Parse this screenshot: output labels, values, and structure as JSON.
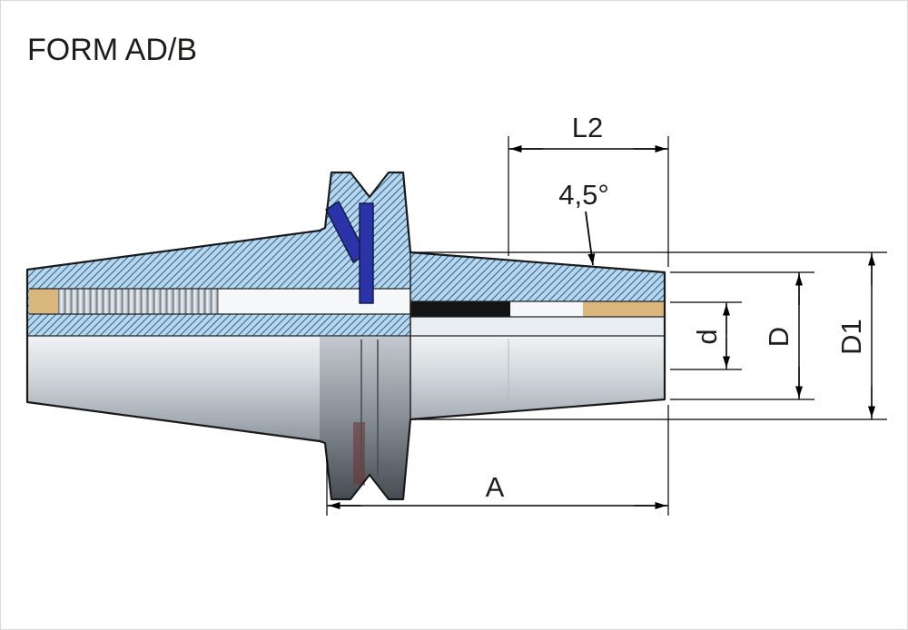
{
  "title": "FORM AD/B",
  "dimensions": {
    "l2": "L2",
    "angle": "4,5°",
    "a": "A",
    "d": "d",
    "D": "D",
    "D1": "D1"
  },
  "colors": {
    "hatch_fill": "#b5d8f0",
    "hatch_line": "#3d6486",
    "screw_blue": "#2a33a8",
    "bore_tan": "#d9b77c",
    "section_black": "#141414",
    "outline": "#1a1a1a"
  }
}
